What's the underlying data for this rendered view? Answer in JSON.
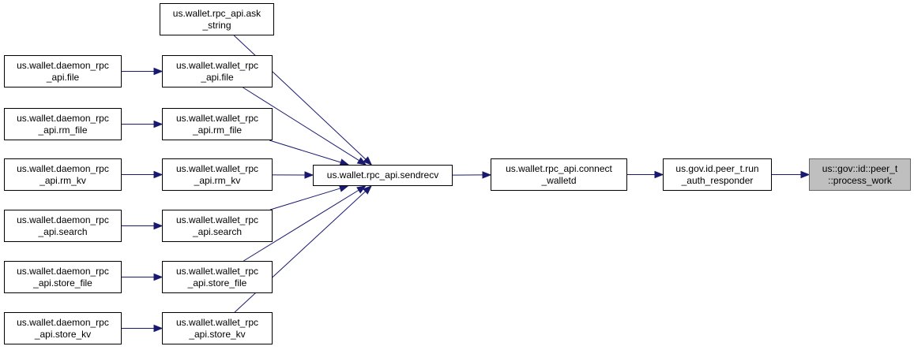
{
  "graph": {
    "nodes": {
      "ask_string": {
        "lines": [
          "us.wallet.rpc_api.ask",
          "_string"
        ]
      },
      "wallet_file": {
        "lines": [
          "us.wallet.wallet_rpc",
          "_api.file"
        ]
      },
      "wallet_rm_file": {
        "lines": [
          "us.wallet.wallet_rpc",
          "_api.rm_file"
        ]
      },
      "wallet_rm_kv": {
        "lines": [
          "us.wallet.wallet_rpc",
          "_api.rm_kv"
        ]
      },
      "wallet_search": {
        "lines": [
          "us.wallet.wallet_rpc",
          "_api.search"
        ]
      },
      "wallet_store_file": {
        "lines": [
          "us.wallet.wallet_rpc",
          "_api.store_file"
        ]
      },
      "wallet_store_kv": {
        "lines": [
          "us.wallet.wallet_rpc",
          "_api.store_kv"
        ]
      },
      "daemon_file": {
        "lines": [
          "us.wallet.daemon_rpc",
          "_api.file"
        ]
      },
      "daemon_rm_file": {
        "lines": [
          "us.wallet.daemon_rpc",
          "_api.rm_file"
        ]
      },
      "daemon_rm_kv": {
        "lines": [
          "us.wallet.daemon_rpc",
          "_api.rm_kv"
        ]
      },
      "daemon_search": {
        "lines": [
          "us.wallet.daemon_rpc",
          "_api.search"
        ]
      },
      "daemon_store_file": {
        "lines": [
          "us.wallet.daemon_rpc",
          "_api.store_file"
        ]
      },
      "daemon_store_kv": {
        "lines": [
          "us.wallet.daemon_rpc",
          "_api.store_kv"
        ]
      },
      "sendrecv": {
        "lines": [
          "us.wallet.rpc_api.sendrecv"
        ]
      },
      "connect_walletd": {
        "lines": [
          "us.wallet.rpc_api.connect",
          "_walletd"
        ]
      },
      "run_auth_responder": {
        "lines": [
          "us.gov.id.peer_t.run",
          "_auth_responder"
        ]
      },
      "process_work": {
        "lines": [
          "us::gov::id::peer_t",
          "::process_work"
        ]
      }
    },
    "edges": [
      [
        "daemon_file",
        "wallet_file"
      ],
      [
        "daemon_rm_file",
        "wallet_rm_file"
      ],
      [
        "daemon_rm_kv",
        "wallet_rm_kv"
      ],
      [
        "daemon_search",
        "wallet_search"
      ],
      [
        "daemon_store_file",
        "wallet_store_file"
      ],
      [
        "daemon_store_kv",
        "wallet_store_kv"
      ],
      [
        "ask_string",
        "sendrecv"
      ],
      [
        "wallet_file",
        "sendrecv"
      ],
      [
        "wallet_rm_file",
        "sendrecv"
      ],
      [
        "wallet_rm_kv",
        "sendrecv"
      ],
      [
        "wallet_search",
        "sendrecv"
      ],
      [
        "wallet_store_file",
        "sendrecv"
      ],
      [
        "wallet_store_kv",
        "sendrecv"
      ],
      [
        "sendrecv",
        "connect_walletd"
      ],
      [
        "connect_walletd",
        "run_auth_responder"
      ],
      [
        "run_auth_responder",
        "process_work"
      ]
    ],
    "colors": {
      "edge": "#191970",
      "node_border": "#000000",
      "current_fill": "#bfbfbf"
    }
  }
}
